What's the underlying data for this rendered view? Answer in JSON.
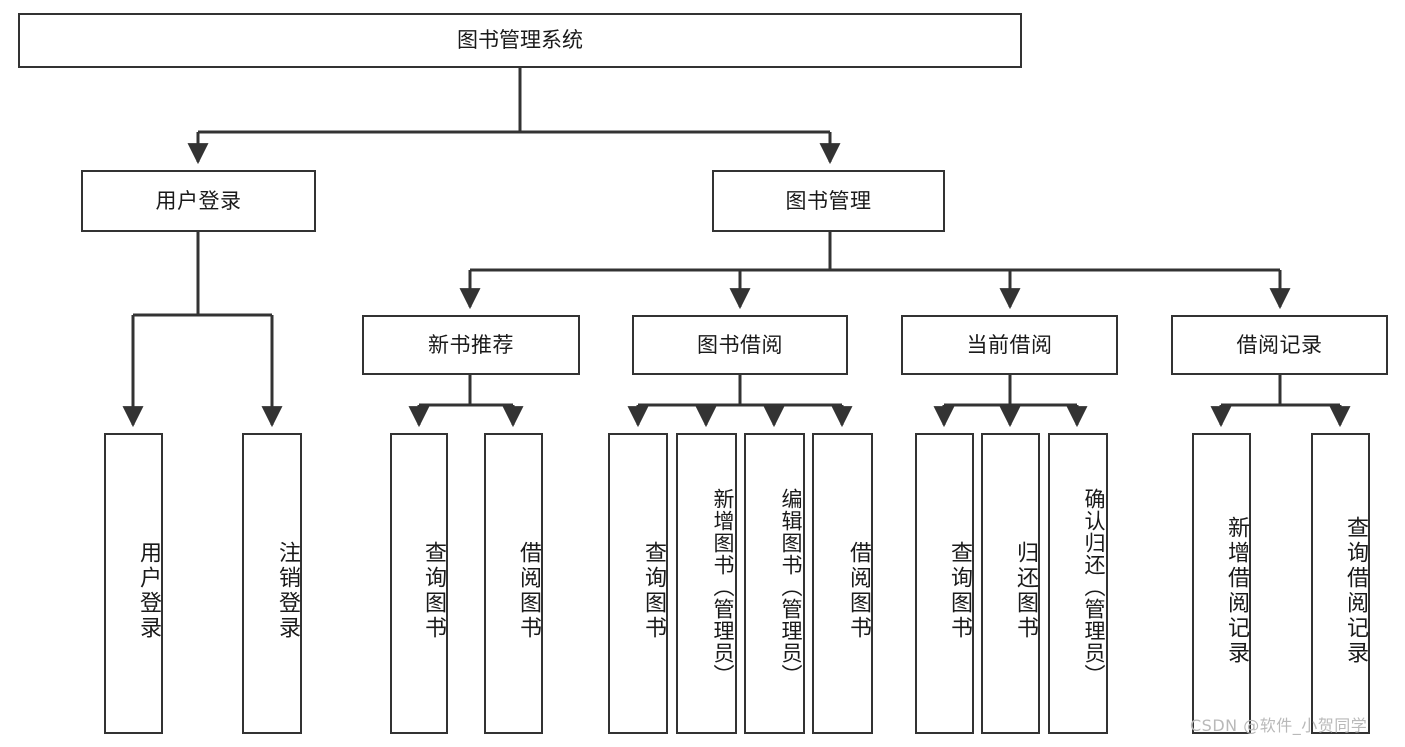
{
  "diagram": {
    "type": "tree",
    "title": "图书管理系统",
    "watermark": "CSDN @软件_小贺同学",
    "colors": {
      "border": "#333333",
      "background": "#ffffff",
      "text": "#1a1a1a",
      "watermark": "#b9b9b9"
    },
    "root": {
      "label": "图书管理系统"
    },
    "level2": [
      {
        "label": "用户登录"
      },
      {
        "label": "图书管理"
      }
    ],
    "level3": [
      {
        "label": "新书推荐"
      },
      {
        "label": "图书借阅"
      },
      {
        "label": "当前借阅"
      },
      {
        "label": "借阅记录"
      }
    ],
    "leaves": {
      "user_login": [
        {
          "label": "用户登录"
        },
        {
          "label": "注销登录"
        }
      ],
      "new_book_recommend": [
        {
          "label": "查询图书"
        },
        {
          "label": "借阅图书"
        }
      ],
      "book_borrow": [
        {
          "label": "查询图书"
        },
        {
          "label": "新增图书（管理员）"
        },
        {
          "label": "编辑图书（管理员）"
        },
        {
          "label": "借阅图书"
        }
      ],
      "current_borrow": [
        {
          "label": "查询图书"
        },
        {
          "label": "归还图书"
        },
        {
          "label": "确认归还（管理员）"
        }
      ],
      "borrow_record": [
        {
          "label": "新增借阅记录"
        },
        {
          "label": "查询借阅记录"
        }
      ]
    }
  }
}
